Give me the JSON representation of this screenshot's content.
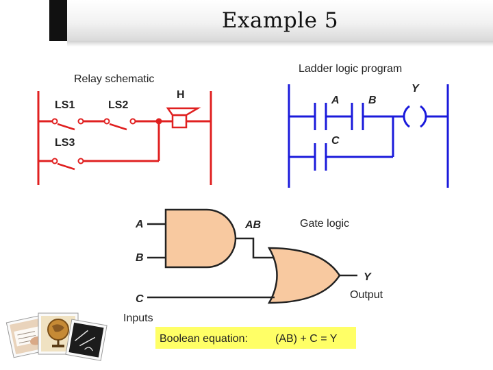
{
  "slide": {
    "title": "Example 5"
  },
  "relay": {
    "heading": "Relay schematic",
    "ls1": "LS1",
    "ls2": "LS2",
    "ls3": "LS3",
    "horn": "H",
    "color": "#e02020"
  },
  "ladder": {
    "heading": "Ladder logic program",
    "a": "A",
    "b": "B",
    "c": "C",
    "y": "Y",
    "color": "#1a1adb"
  },
  "gate": {
    "heading": "Gate logic",
    "a": "A",
    "b": "B",
    "c": "C",
    "ab": "AB",
    "y": "Y",
    "output": "Output",
    "inputs": "Inputs",
    "fill": "#f8c9a0"
  },
  "equation": {
    "label": "Boolean equation:",
    "expr": "(AB) + C = Y",
    "bg": "#ffff66"
  },
  "icons": [
    "hands-writing-photo-icon",
    "globe-photo-icon",
    "chalkboard-photo-icon"
  ]
}
